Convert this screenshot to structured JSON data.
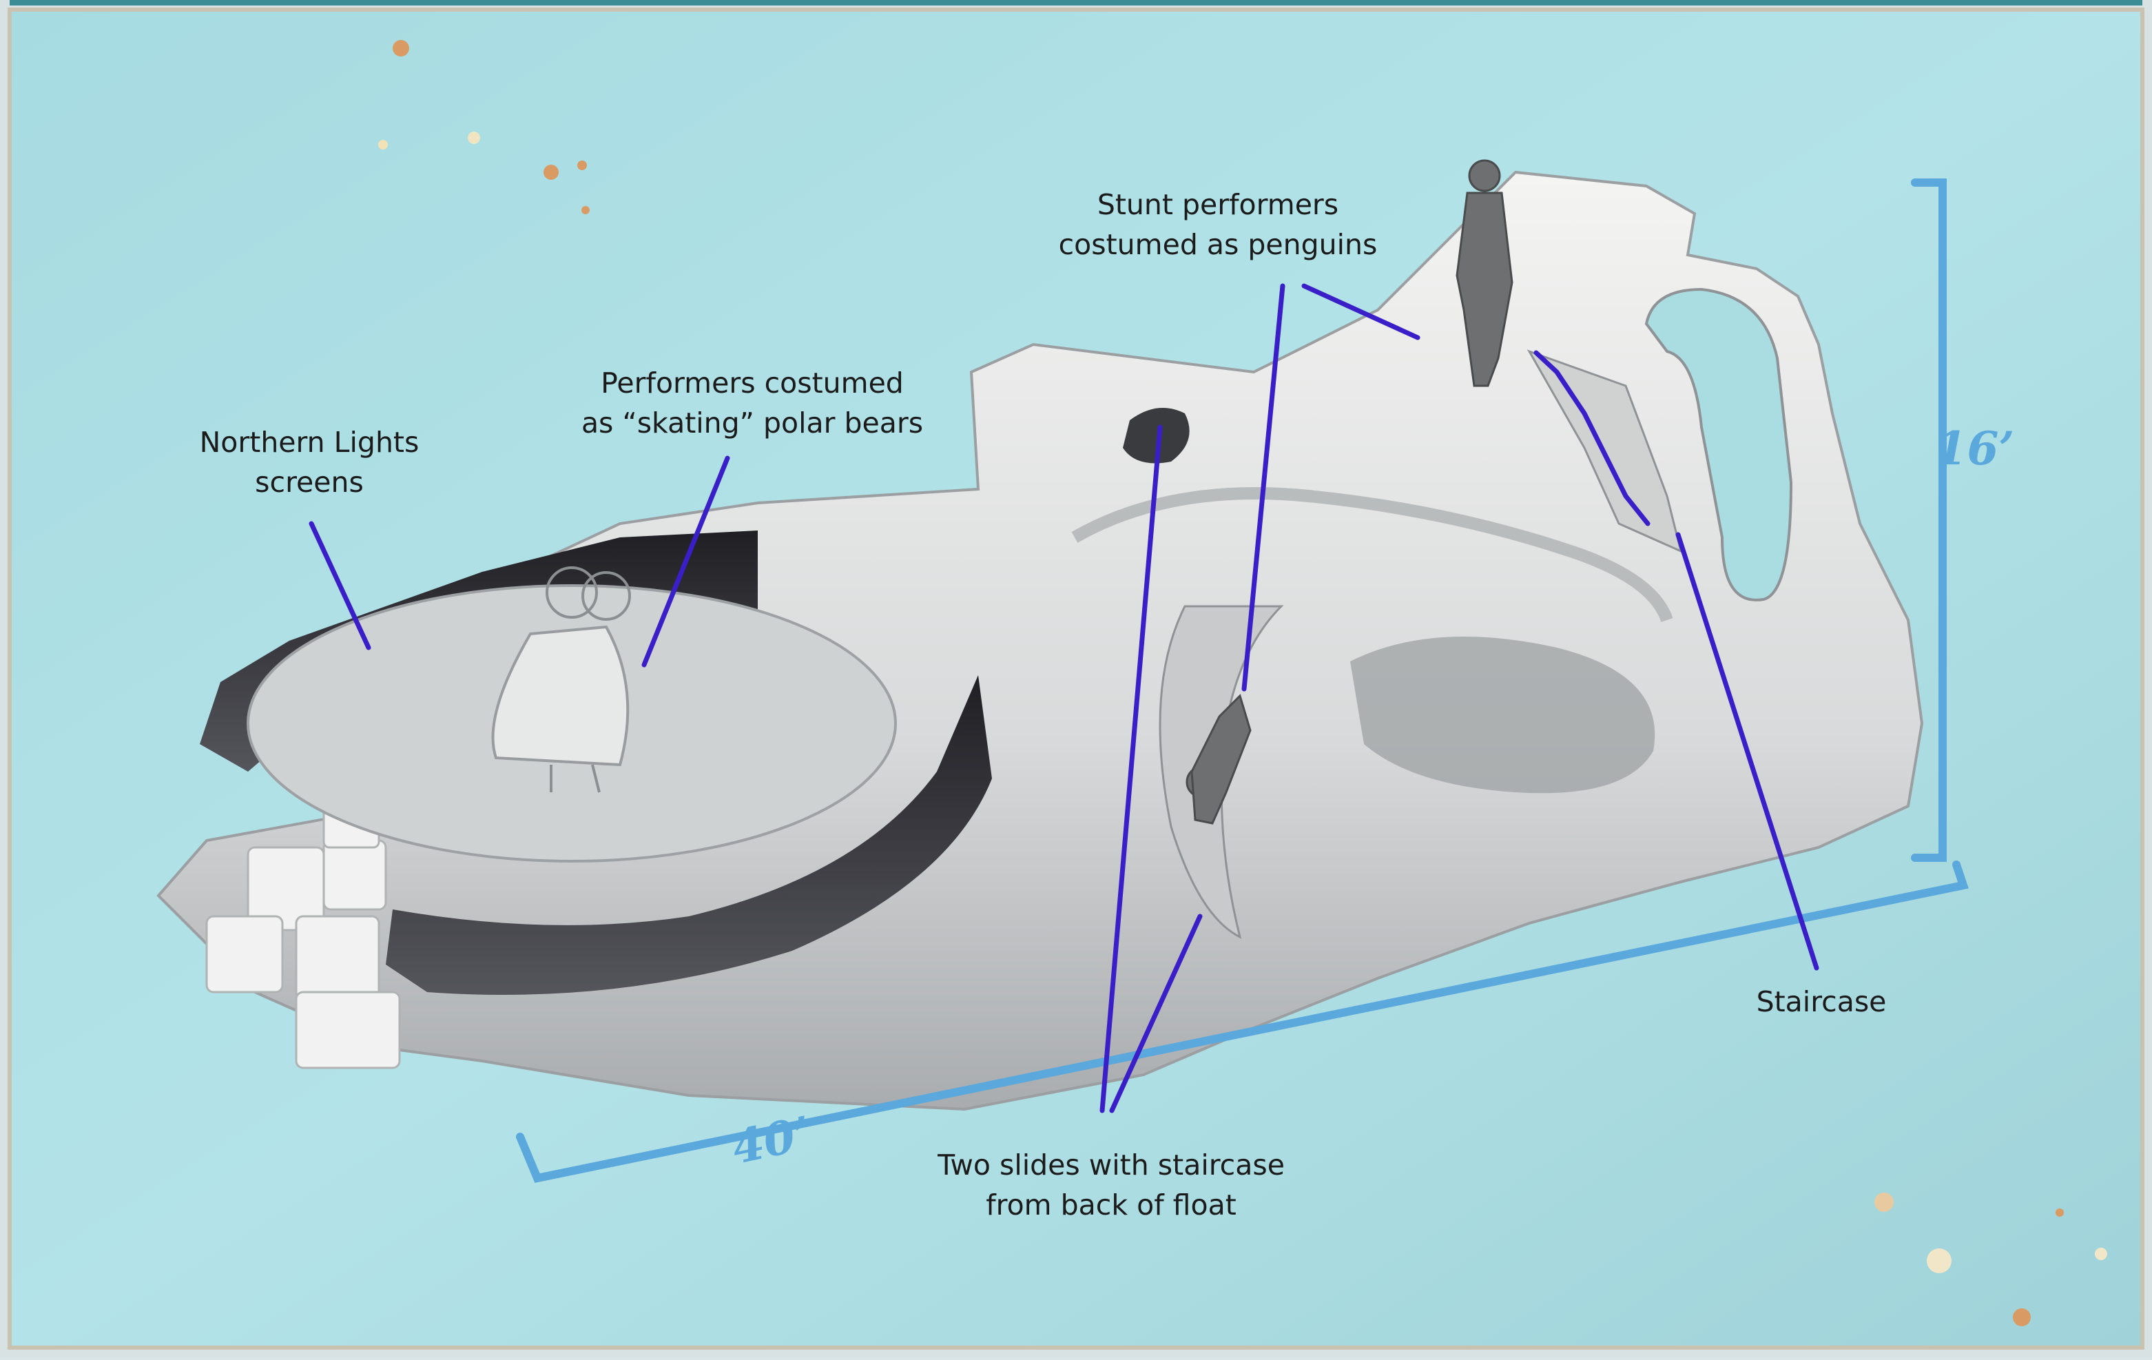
{
  "annotations": {
    "northern_lights": {
      "line1": "Northern Lights",
      "line2": "screens"
    },
    "polar_bears": {
      "line1": "Performers costumed",
      "line2": "as “skating” polar bears"
    },
    "penguins": {
      "line1": "Stunt performers",
      "line2": "costumed as penguins"
    },
    "slides": {
      "line1": "Two slides with staircase",
      "line2": "from back of float"
    },
    "staircase": {
      "line1": "Staircase"
    }
  },
  "dimensions": {
    "height": "16’",
    "length": "40’"
  },
  "colors": {
    "background": "#a9dde2",
    "leader_line": "#3a1fc9",
    "dimension": "#5aa8dc",
    "ice": "#e9ebea",
    "ice_shadow": "#8f9396",
    "screen": "#2f2f33",
    "frame": "#c9c2b0"
  }
}
